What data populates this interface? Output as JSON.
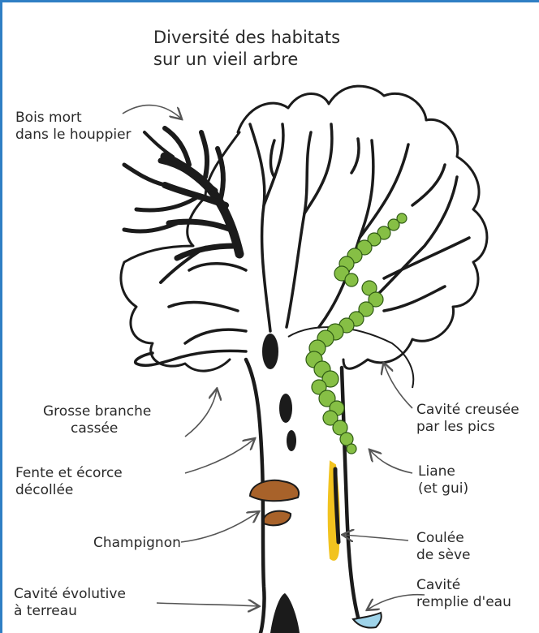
{
  "title": {
    "line1": "Diversité des habitats",
    "line2": "sur un vieil arbre"
  },
  "labels": {
    "bois_mort": {
      "line1": "Bois mort",
      "line2": "dans le houppier"
    },
    "grosse_branche": {
      "line1": "Grosse branche",
      "line2": "cassée"
    },
    "fente": {
      "line1": "Fente et écorce",
      "line2": "décollée"
    },
    "champignon": {
      "line1": "Champignon"
    },
    "cavite_terreau": {
      "line1": "Cavité évolutive",
      "line2": "à terreau"
    },
    "cavite_pics": {
      "line1": "Cavité creusée",
      "line2": "par les pics"
    },
    "liane": {
      "line1": "Liane",
      "line2": "(et gui)"
    },
    "coulee": {
      "line1": "Coulée",
      "line2": "de sève"
    },
    "cavite_eau": {
      "line1": "Cavité",
      "line2": "remplie d'eau"
    }
  },
  "colors": {
    "frame": "#2f7fc4",
    "ink": "#1b1b1b",
    "ivy": "#86bf45",
    "fungus": "#a8622a",
    "sap": "#f2c31f",
    "water": "#9fd4ea"
  }
}
